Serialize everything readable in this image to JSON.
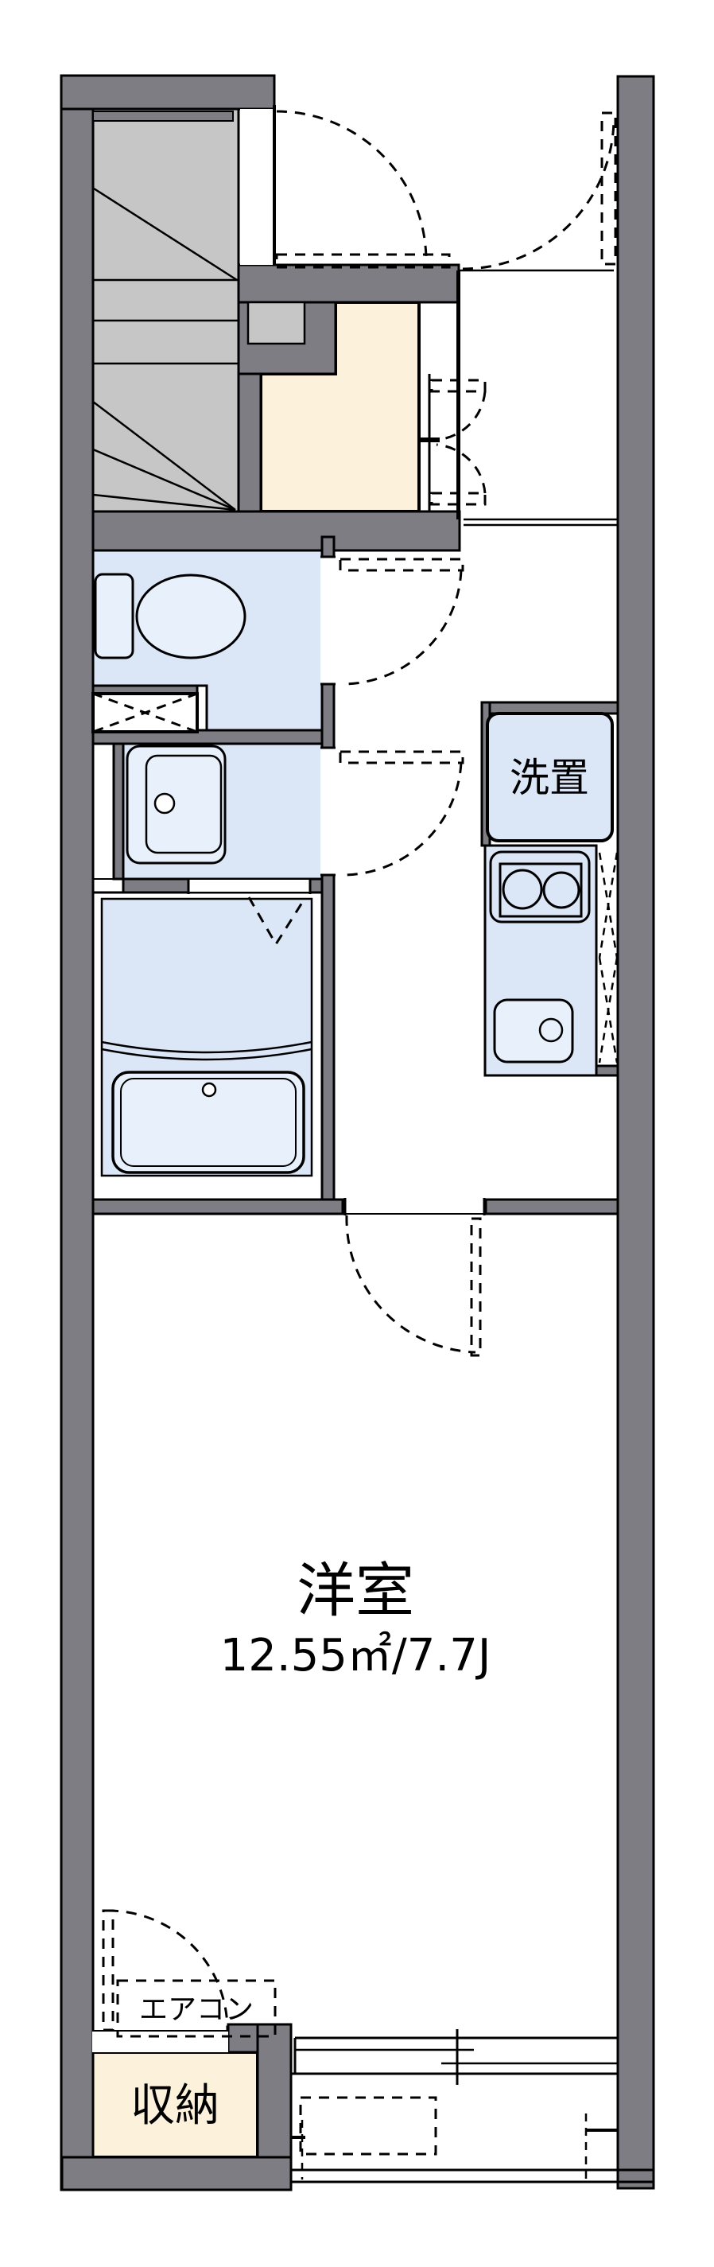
{
  "plan": {
    "labels": {
      "washer_space": "洗置",
      "main_room_name": "洋室",
      "main_room_area": "12.55㎡/7.7J",
      "air_conditioner": "エアコン",
      "storage": "収納"
    },
    "colors": {
      "wall_gray": "#7d7d83",
      "stair_gray": "#c6c6c6",
      "wet_area_blue": "#dbe6f7",
      "fixture_blue": "#e8f0fb",
      "entrance_cream": "#fcf1da",
      "line_black": "#000000",
      "background": "#ffffff"
    }
  }
}
